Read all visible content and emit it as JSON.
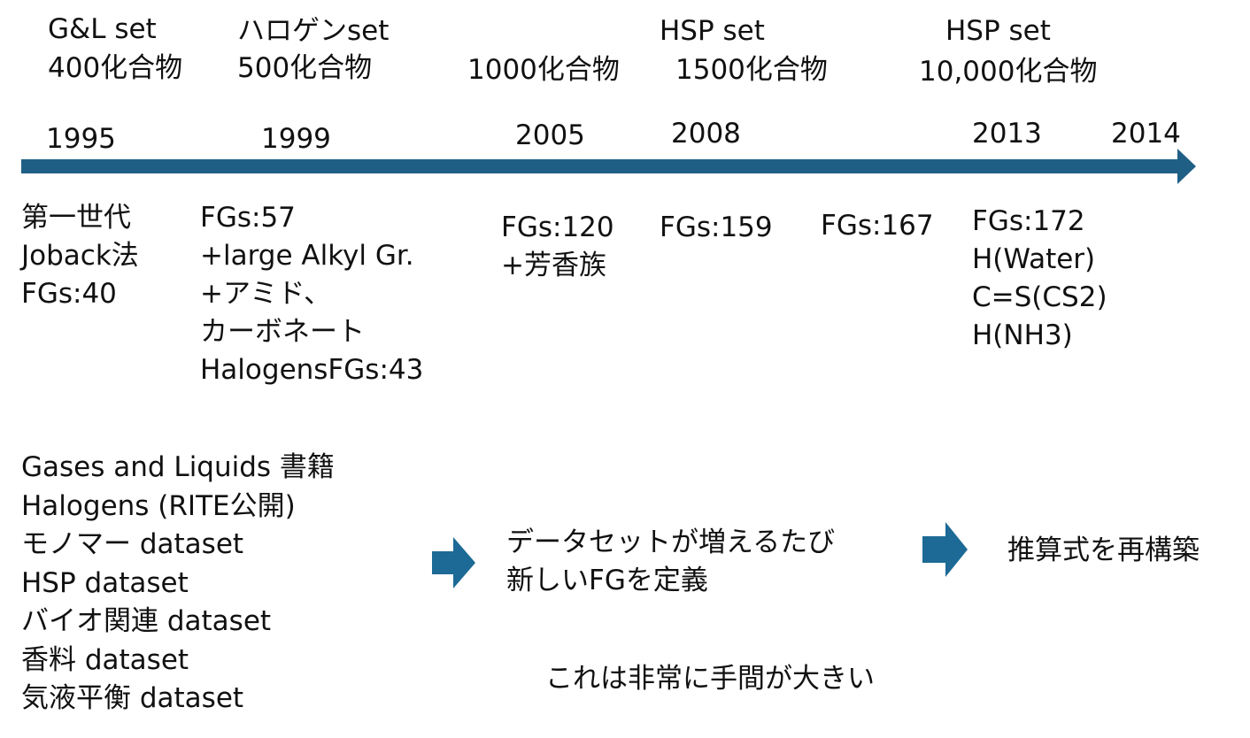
{
  "top_labels": [
    {
      "line1": "G&L set",
      "line2": "400化合物"
    },
    {
      "line1": "ハロゲンset",
      "line2": "500化合物"
    },
    {
      "line1": "1000化合物"
    },
    {
      "line1": "HSP set",
      "line2": "1500化合物"
    },
    {
      "line1": "HSP set",
      "line2": "10,000化合物"
    }
  ],
  "years": [
    "1995",
    "1999",
    "2005",
    "2008",
    "2013",
    "2014"
  ],
  "fg_columns": [
    [
      "第一世代",
      "Joback法",
      "FGs:40"
    ],
    [
      "FGs:57",
      "+large Alkyl Gr.",
      "+アミド、",
      "カーボネート",
      "HalogensFGs:43"
    ],
    [
      "FGs:120",
      "+芳香族"
    ],
    [
      "FGs:159"
    ],
    [
      "FGs:167"
    ],
    [
      "FGs:172",
      "H(Water)",
      "C=S(CS2)",
      "H(NH3)"
    ]
  ],
  "datasets": [
    "Gases and Liquids 書籍",
    "Halogens (RITE公開)",
    "モノマー dataset",
    "HSP dataset",
    "バイオ関連 dataset",
    "香料 dataset",
    "気液平衡 dataset"
  ],
  "flow": {
    "step1": {
      "line1": "データセットが増えるたび",
      "line2": "新しいFGを定義"
    },
    "step2": "推算式を再構築",
    "note": "これは非常に手間が大きい"
  },
  "colors": {
    "timeline": "#1f5f86",
    "arrow": "#1c6a95",
    "text": "#111111"
  }
}
